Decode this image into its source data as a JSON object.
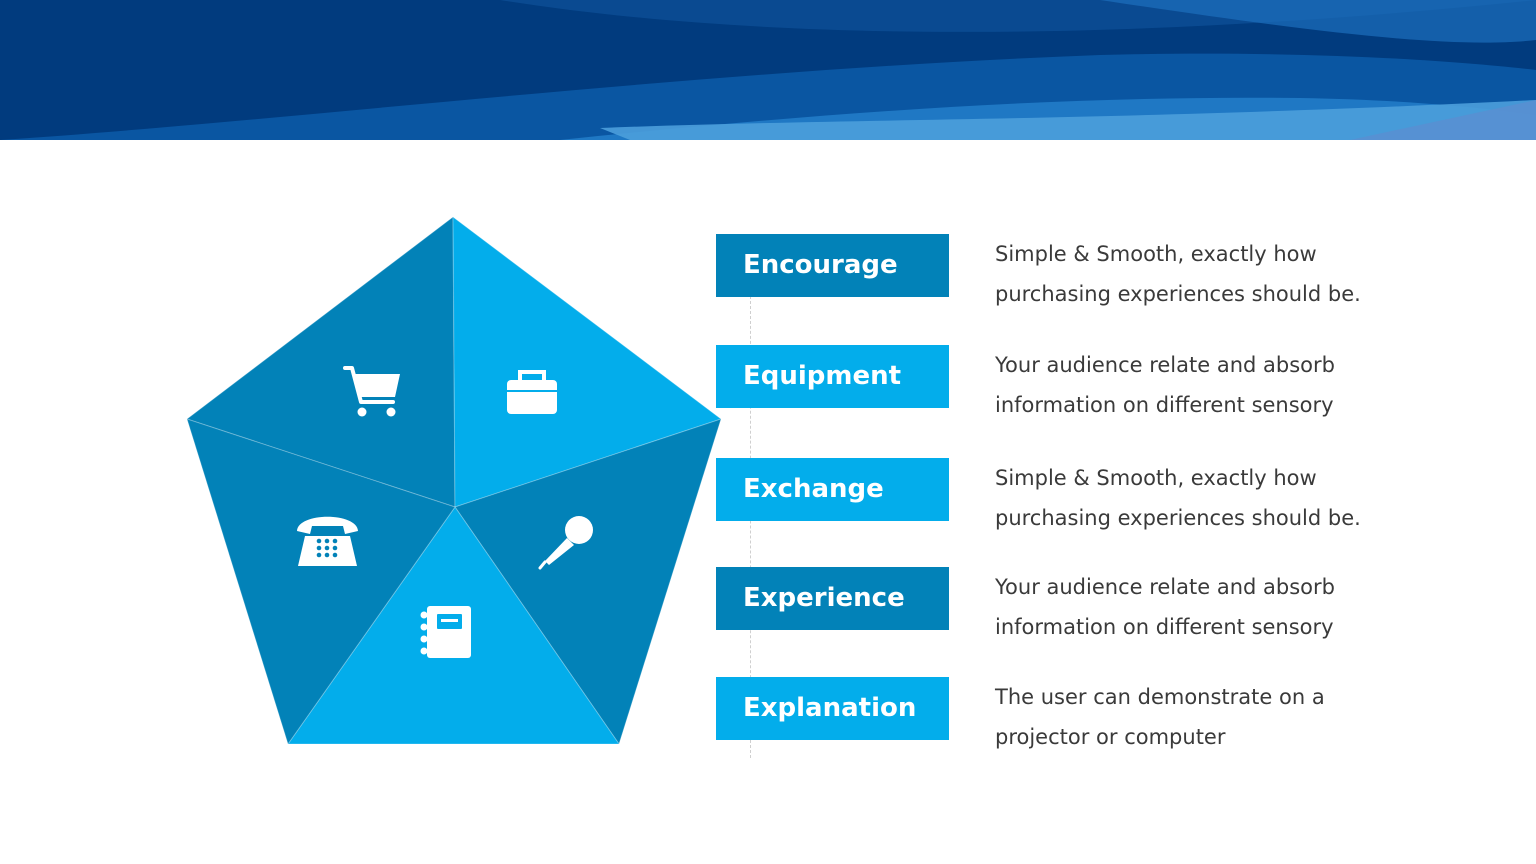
{
  "colors": {
    "banner_dark": "#013b7e",
    "banner_mid": "#0a5aa6",
    "banner_light": "#3f96d6",
    "segment_dark": "#0282b8",
    "segment_light": "#03adeb",
    "icon": "#ffffff",
    "text": "#3a3a3a"
  },
  "pentagon": {
    "segments": [
      {
        "icon": "shopping-cart-icon",
        "shade": "dark"
      },
      {
        "icon": "briefcase-icon",
        "shade": "light"
      },
      {
        "icon": "microphone-icon",
        "shade": "dark"
      },
      {
        "icon": "notebook-icon",
        "shade": "light"
      },
      {
        "icon": "telephone-icon",
        "shade": "dark"
      }
    ]
  },
  "items": [
    {
      "label": "Encourage",
      "shade": "dark",
      "desc_line1": "Simple & Smooth, exactly how",
      "desc_line2": "purchasing experiences should be."
    },
    {
      "label": "Equipment",
      "shade": "light",
      "desc_line1": "Your audience relate and absorb",
      "desc_line2": "information on different sensory"
    },
    {
      "label": "Exchange",
      "shade": "light",
      "desc_line1": "Simple & Smooth, exactly how",
      "desc_line2": "purchasing experiences should be."
    },
    {
      "label": "Experience",
      "shade": "dark",
      "desc_line1": "Your audience relate and absorb",
      "desc_line2": "information on different sensory"
    },
    {
      "label": "Explanation",
      "shade": "light",
      "desc_line1": "The user can demonstrate on a",
      "desc_line2": "projector or computer"
    }
  ]
}
